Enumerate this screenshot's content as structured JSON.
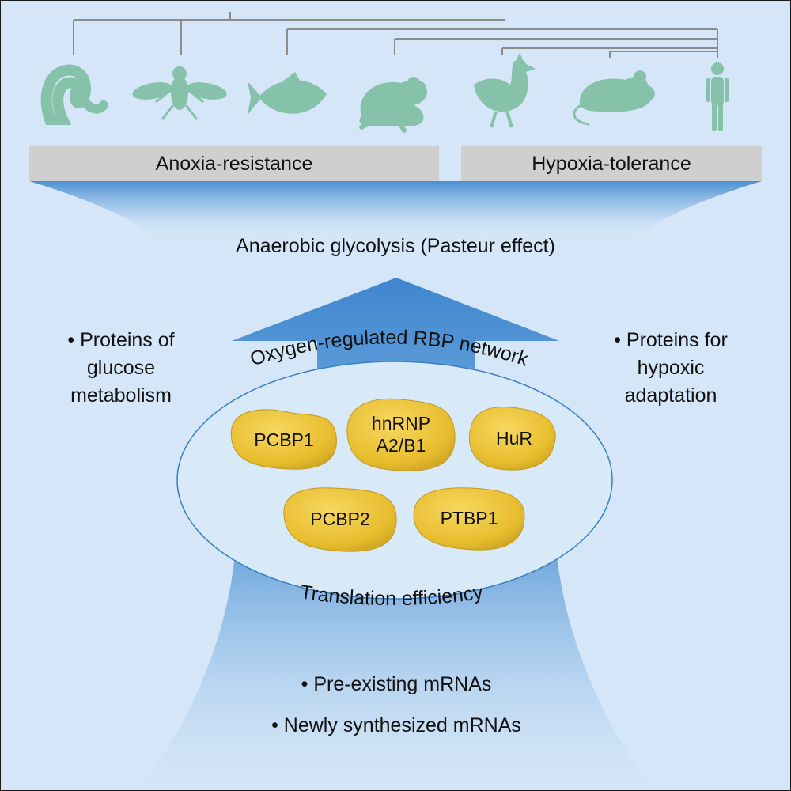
{
  "categories": {
    "anoxia": "Anoxia-resistance",
    "hypoxia": "Hypoxia-tolerance"
  },
  "glycolysis_label": "Anaerobic glycolysis (Pasteur effect)",
  "network_label": "Oxygen-regulated RBP network",
  "translation_label": "Translation efficiency",
  "left_note": [
    "• Proteins of",
    "glucose",
    "metabolism"
  ],
  "right_note": [
    "• Proteins for",
    "hypoxic",
    "adaptation"
  ],
  "proteins": {
    "pcbp1": "PCBP1",
    "hnrnp": [
      "hnRNP",
      "A2/B1"
    ],
    "hur": "HuR",
    "pcbp2": "PCBP2",
    "ptbp1": "PTBP1"
  },
  "mrna_items": [
    "• Pre-existing mRNAs",
    "• Newly synthesized mRNAs"
  ],
  "organisms": [
    "worm-icon",
    "fly-icon",
    "fish-icon",
    "frog-icon",
    "chicken-icon",
    "mouse-icon",
    "human-icon"
  ],
  "colors": {
    "background": "#d4e6f7",
    "organism": "#86c2a9",
    "arrow": "#4f92d3",
    "rbp": "#ecc53b",
    "band": "#cfcfcf"
  }
}
